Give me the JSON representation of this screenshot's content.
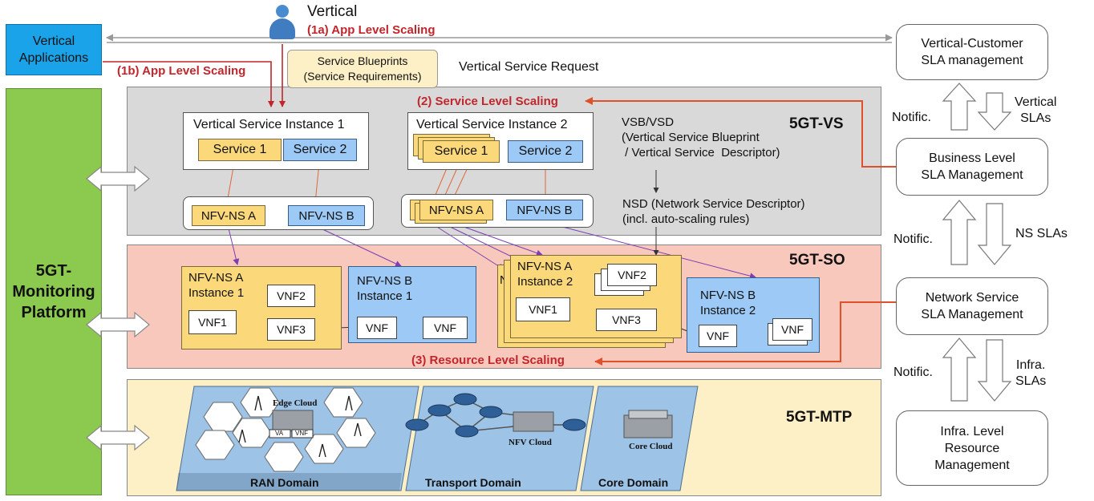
{
  "top": {
    "vertical_label": "Vertical",
    "app_scaling_1a": "(1a) App Level Scaling",
    "app_scaling_1b": "(1b) App Level Scaling",
    "vertical_apps": "Vertical\nApplications",
    "blueprints": "Service Blueprints\n(Service Requirements)",
    "service_request": "Vertical Service Request"
  },
  "monitoring": {
    "label": "5GT-\nMonitoring\nPlatform"
  },
  "vs": {
    "layer": "5GT-VS",
    "scaling": "(2) Service Level Scaling",
    "vsi1_title": "Vertical Service Instance 1",
    "vsi2_title": "Vertical Service Instance 2",
    "service1": "Service 1",
    "service2": "Service 2",
    "nfv_ns_a": "NFV-NS A",
    "nfv_ns_b": "NFV-NS B",
    "vsb_text": "VSB/VSD\n(Vertical Service Blueprint\n / Vertical Service  Descriptor)",
    "nsd_text": "NSD (Network Service Descriptor)\n(incl. auto-scaling rules)"
  },
  "so": {
    "layer": "5GT-SO",
    "scaling": "(3) Resource Level Scaling",
    "ns_a_inst1": "NFV-NS A\nInstance 1",
    "ns_b_inst1": "NFV-NS B\nInstance 1",
    "ns_a_inst2": "NFV-NS A\nInstance 2",
    "ns_b_inst2": "NFV-NS B\nInstance 2",
    "n_glyph": "N",
    "vnf1": "VNF1",
    "vnf2": "VNF2",
    "vnf3": "VNF3",
    "vnf": "VNF"
  },
  "mtp": {
    "layer": "5GT-MTP",
    "edge_cloud": "Edge Cloud",
    "nfv_cloud": "NFV Cloud",
    "core_cloud": "Core Cloud",
    "ran_domain": "RAN Domain",
    "transport_domain": "Transport Domain",
    "core_domain": "Core Domain",
    "va": "VA",
    "vnf_small": "VNF"
  },
  "right": {
    "vc_sla": "Vertical-Customer\nSLA management",
    "business_sla": "Business Level\nSLA Management",
    "ns_sla": "Network Service\nSLA Management",
    "infra": "Infra. Level\nResource\nManagement",
    "notific": "Notific.",
    "vertical_slas": "Vertical\nSLAs",
    "ns_slas": "NS SLAs",
    "infra_slas": "Infra.\nSLAs"
  },
  "colors": {
    "accent_red": "#c0262b",
    "vs_bg": "#d9d9d9",
    "so_bg": "#f9c8bd",
    "mtp_bg": "#fdf0c6",
    "monitoring": "#8cc94f",
    "vertical_apps": "#1aa3e8",
    "yellow_box": "#fbd97a",
    "blue_box": "#9cc9f5"
  }
}
